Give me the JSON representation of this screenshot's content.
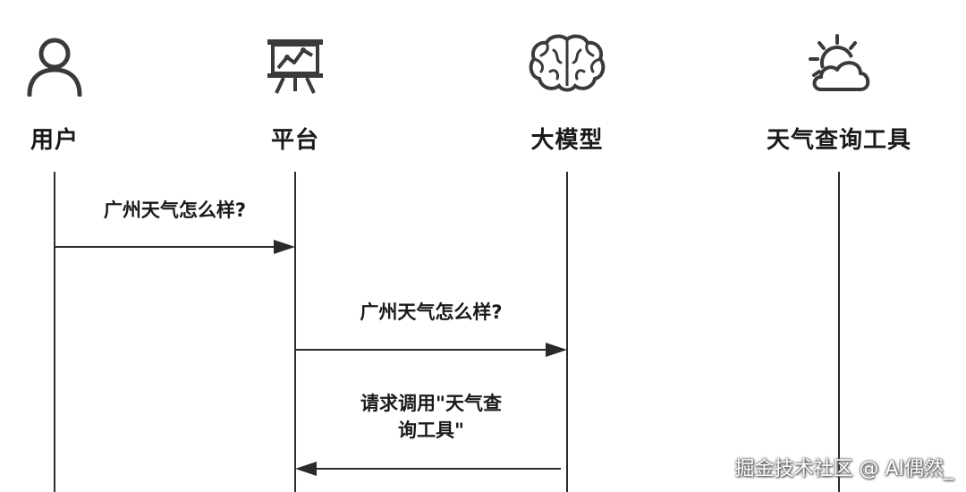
{
  "actors": [
    {
      "label": "用户",
      "icon": "user-icon"
    },
    {
      "label": "平台",
      "icon": "presentation-board-icon"
    },
    {
      "label": "大模型",
      "icon": "brain-icon"
    },
    {
      "label": "天气查询工具",
      "icon": "weather-sun-cloud-icon"
    }
  ],
  "messages": [
    {
      "text": "广州天气怎么样?",
      "from": "用户",
      "to": "平台"
    },
    {
      "text": "广州天气怎么样?",
      "from": "平台",
      "to": "大模型"
    },
    {
      "text": "请求调用\"天气查\n询工具\"",
      "from": "大模型",
      "to": "平台"
    }
  ],
  "watermark": "掘金技术社区 @ AI偶然_",
  "colors": {
    "line": "#2a2a2a",
    "icon": "#3a3a3a",
    "text": "#1a1a1a"
  }
}
